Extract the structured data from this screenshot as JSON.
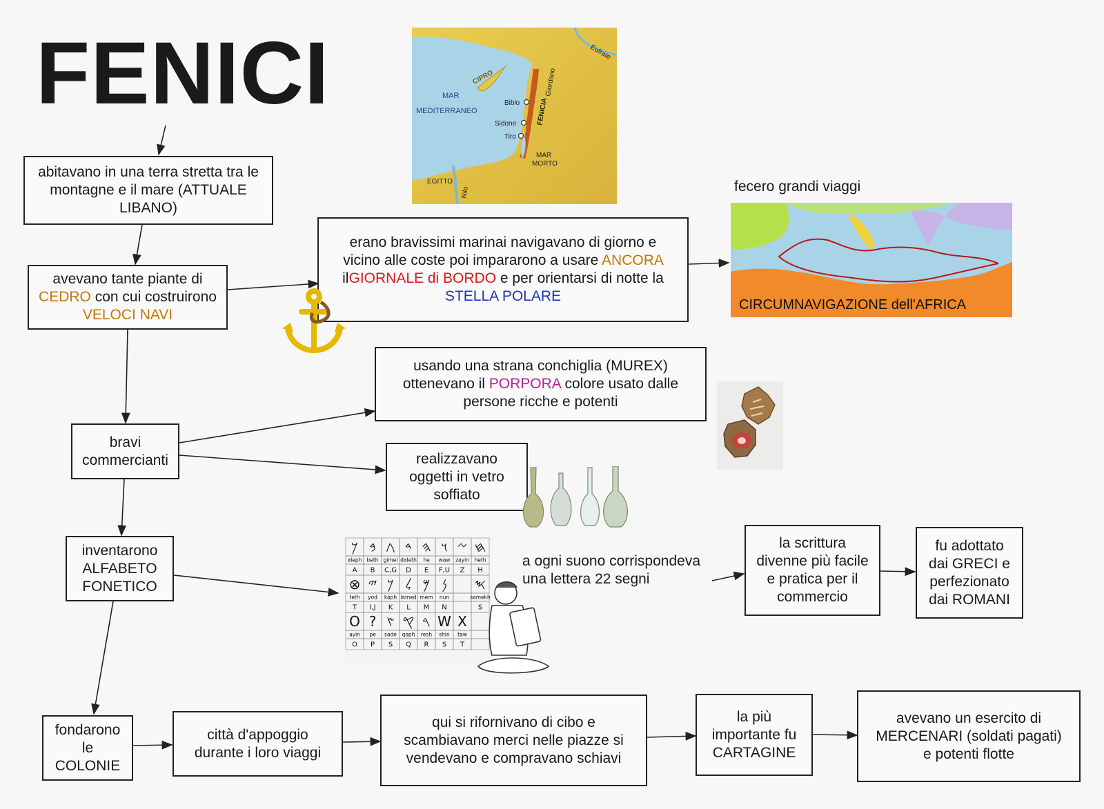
{
  "title": "FENICI",
  "boxes": {
    "terra": "abitavano in una terra stretta tra le montagne e il mare (ATTUALE LIBANO)",
    "cedro": {
      "t1": "avevano tante piante di",
      "t2": "CEDRO",
      "t3": " con cui costruirono ",
      "t4": "VELOCI NAVI"
    },
    "marinai": {
      "t1": "erano bravissimi marinai navigavano di giorno e vicino alle coste poi impararono a usare ",
      "t2": "ANCORA",
      "t3": " il",
      "t4": "GIORNALE di BORDO",
      "t5": " e per orientarsi di notte la ",
      "t6": "STELLA POLARE"
    },
    "commercianti": "bravi commercianti",
    "murex": {
      "t1": "usando una strana conchiglia (MUREX) ottenevano il ",
      "t2": "PORPORA",
      "t3": " colore usato dalle persone ricche e potenti"
    },
    "vetro": "realizzavano oggetti in vetro soffiato",
    "alfabeto": "inventarono ALFABETO FONETICO",
    "suono": "a ogni suono corrispondeva una lettera 22 segni",
    "scrittura": "la scrittura divenne più facile e pratica per il commercio",
    "greci": "fu adottato dai GRECI e perfezionato dai ROMANI",
    "colonie": "fondarono le COLONIE",
    "appoggio": "città d'appoggio durante i loro viaggi",
    "rifornivano": "qui si rifornivano di cibo e scambiavano merci nelle piazze si vendevano e compravano schiavi",
    "cartagine": "la più importante fu CARTAGINE",
    "mercenari": "avevano un esercito di MERCENARI (soldati pagati) e potenti flotte"
  },
  "viaggi_label": "fecero grandi viaggi",
  "map1": {
    "mar": "MAR",
    "mediterraneo": "MEDITERRANEO",
    "cipro": "CIPRO",
    "biblo": "Biblo",
    "sidone": "Sidone",
    "tiro": "Tiro",
    "fenicia": "FENICIA",
    "giordano": "Giordano",
    "eufrate": "Eufrate",
    "mar_morto_1": "MAR",
    "mar_morto_2": "MORTO",
    "egitto": "EGITTO",
    "nilo": "Nilo"
  },
  "map2": {
    "caption": "CIRCUMNAVIGAZIONE dell'AFRICA"
  },
  "alphabet": {
    "glyphs1": [
      "𐤊",
      "𐤁",
      "𐤂",
      "𐤃",
      "𐤄",
      "𐤅",
      "𐤆",
      "𐤇"
    ],
    "names1": [
      "aleph",
      "beth",
      "gimel",
      "daleth",
      "he",
      "waw",
      "zayin",
      "heth"
    ],
    "latin1": [
      "A",
      "B",
      "C,G",
      "D",
      "E",
      "F,U",
      "Z",
      "H"
    ],
    "glyphs2": [
      "⊗",
      "𐤉",
      "𐤊",
      "𐤋",
      "𐤌",
      "𐤍",
      "",
      "𐤎"
    ],
    "names2": [
      "teth",
      "yod",
      "kaph",
      "lamed",
      "mem",
      "nun",
      "",
      "samekh"
    ],
    "latin2": [
      "T",
      "I,J",
      "K",
      "L",
      "M",
      "N",
      "",
      "S"
    ],
    "glyphs3": [
      "O",
      "?",
      "𐤑",
      "𐤒",
      "𐤓",
      "W",
      "X",
      ""
    ],
    "names3": [
      "ayin",
      "pe",
      "sade",
      "qoph",
      "resh",
      "shin",
      "taw",
      ""
    ],
    "latin3": [
      "O",
      "P",
      "S",
      "Q",
      "R",
      "S",
      "T",
      ""
    ]
  },
  "colors": {
    "orange": "#c07800",
    "red": "#d71920",
    "blue": "#1f35b8",
    "purple": "#b2209b",
    "map_sea": "#a9d3e6",
    "map_land": "#e6c84a",
    "map2_africa": "#f08a2a"
  }
}
